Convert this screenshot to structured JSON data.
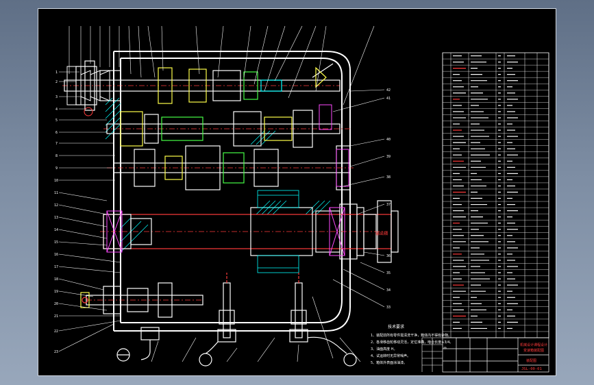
{
  "drawing": {
    "title_block": {
      "title_line1": "机械设计课程设计",
      "title_line2": "变速箱装配图",
      "title_line3": "装配图",
      "drawing_no": "JSL-00-01"
    },
    "tech_requirements": {
      "heading": "技术要求",
      "items": [
        "1、装配前所有零件需清洗干净，箱体内不得有杂物。",
        "2、各滑移齿轮移动灵活，定位准确，啮合长度≥3/4。",
        "3、油面高度 H。",
        "4、试运转时无异常噪声。",
        "5、箱体外表面涂油漆。"
      ]
    },
    "callout": "输出轴"
  },
  "colors": {
    "background": "#000000",
    "line_white": "#ffffff",
    "line_cyan": "#00ffff",
    "line_red": "#ff3b3b",
    "line_yellow": "#ffff4a",
    "line_green": "#46ff46",
    "line_magenta": "#ff4aff"
  }
}
